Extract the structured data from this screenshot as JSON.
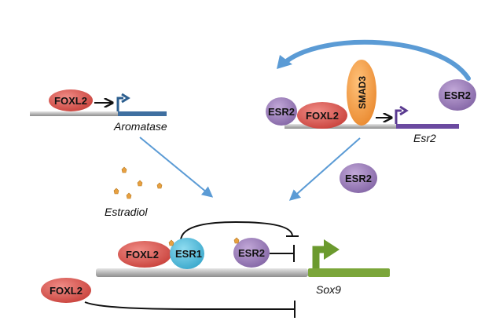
{
  "labels": {
    "foxl2_aromatase": "FOXL2",
    "aromatase_gene": "Aromatase",
    "estradiol": "Estradiol",
    "esr2_left": "ESR2",
    "foxl2_esr2_complex": "FOXL2",
    "smad3": "SMAD3",
    "esr2_right": "ESR2",
    "esr2_gene": "Esr2",
    "esr2_free": "ESR2",
    "foxl2_sox9": "FOXL2",
    "esr1": "ESR1",
    "esr2_sox9": "ESR2",
    "foxl2_bottom": "FOXL2",
    "sox9_gene": "Sox9"
  },
  "colors": {
    "foxl2": "#d9534f",
    "esr2": "#9b7bb8",
    "smad3": "#f5a04a",
    "esr1": "#5bc0de",
    "sox9_bar": "#7ba63a",
    "aromatase_bar": "#3f6fa0",
    "esr2_bar": "#6b4aa0",
    "arrow": "#5b9bd5",
    "estradiol": "#e8a040"
  }
}
